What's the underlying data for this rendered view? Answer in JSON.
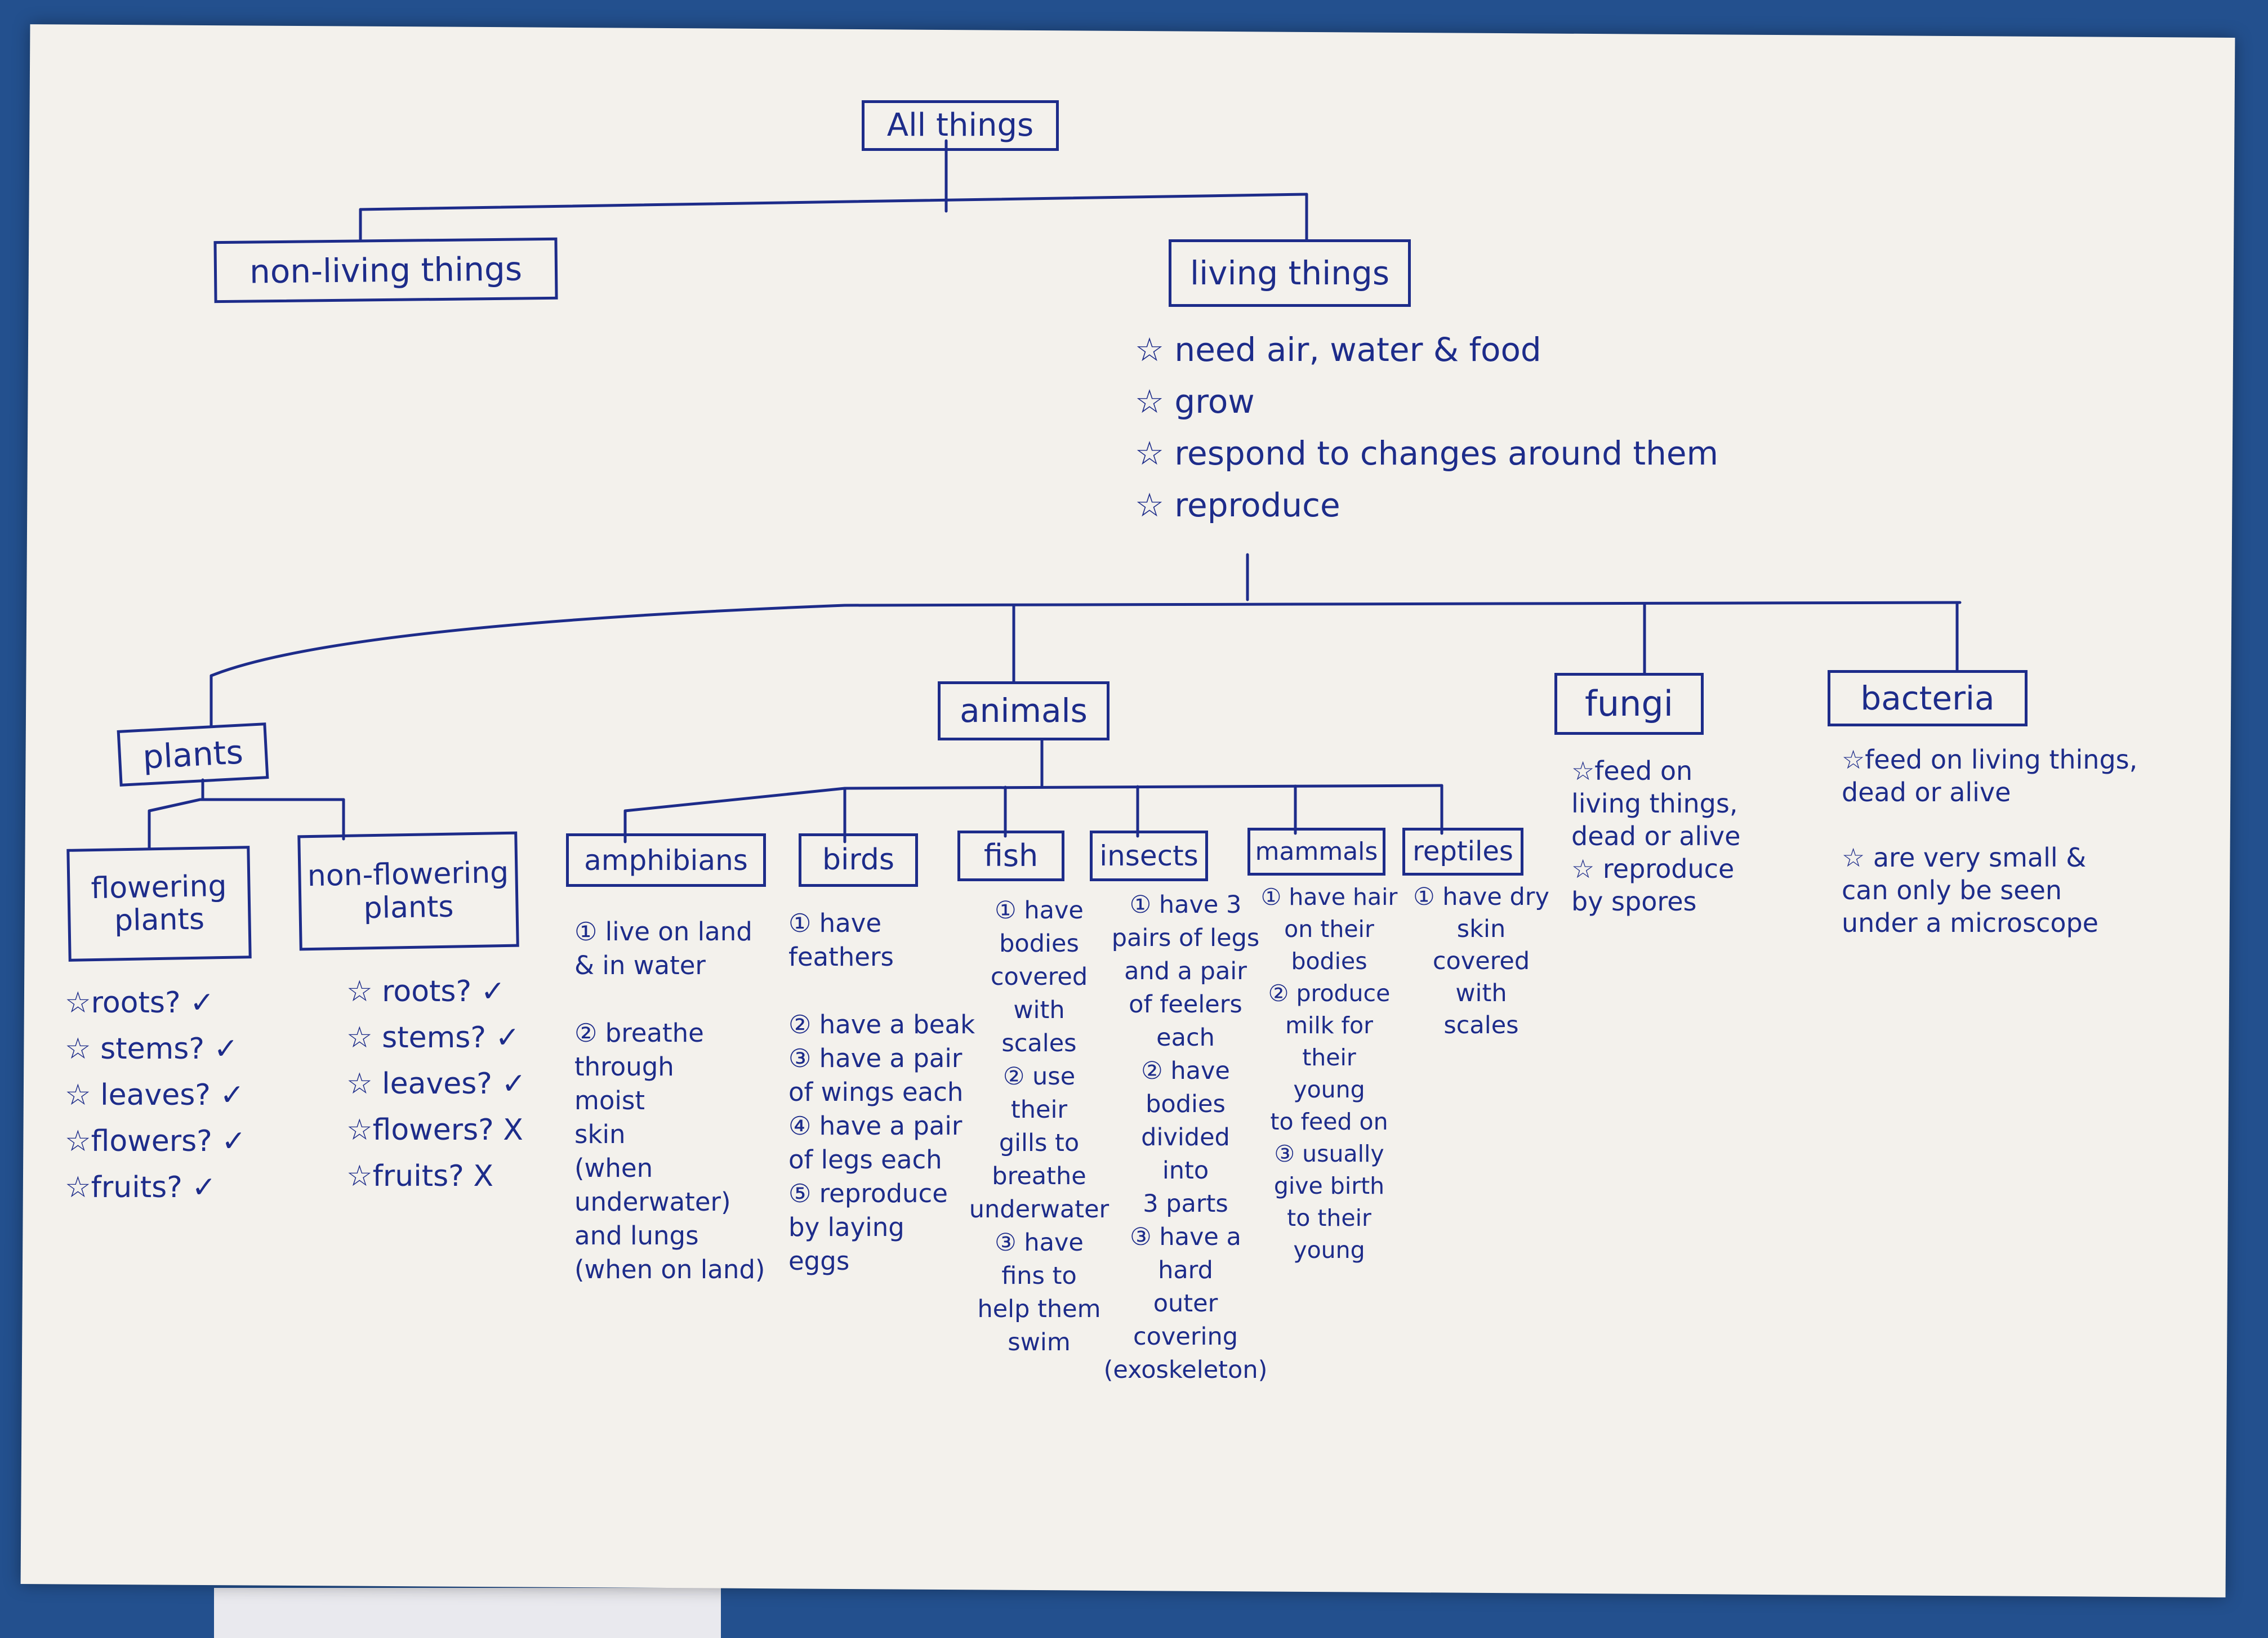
{
  "colors": {
    "ink": "#1d2c8a",
    "paper": "#f3f1ec",
    "desk": "#23508e"
  },
  "root": "All things",
  "nonliving": "non-living things",
  "living": {
    "title": "living things",
    "traits": [
      "☆ need air, water &    food",
      "☆ grow",
      "☆ respond to changes around  them",
      "☆ reproduce"
    ]
  },
  "plants": {
    "title": "plants",
    "flowering": {
      "title": "flowering\nplants",
      "traits": [
        "☆roots? ✓",
        "☆ stems? ✓",
        "☆ leaves? ✓",
        "☆flowers? ✓",
        "☆fruits? ✓"
      ]
    },
    "nonflowering": {
      "title": "non-flowering\nplants",
      "traits": [
        "☆ roots? ✓",
        "☆ stems? ✓",
        "☆ leaves? ✓",
        "☆flowers? X",
        "☆fruits? X"
      ]
    }
  },
  "animals": {
    "title": "animals",
    "amphibians": {
      "title": "amphibians",
      "notes": "① live on land\n & in water\n\n② breathe\n through\n moist\n skin\n(when underwater)\n and lungs\n(when on land)"
    },
    "birds": {
      "title": "birds",
      "notes": "① have\n feathers\n\n② have a beak\n③ have a pair\n of wings each\n④ have a pair\n of legs each\n⑤ reproduce\n by laying\n eggs"
    },
    "fish": {
      "title": "fish",
      "notes": "① have\nbodies\ncovered\nwith\nscales\n② use\ntheir\ngills to\nbreathe\nunderwater\n③ have\nfins to\nhelp them\nswim"
    },
    "insects": {
      "title": "insects",
      "notes": "① have 3\npairs of legs\nand a pair\nof feelers\neach\n② have\nbodies\ndivided\ninto\n3 parts\n③ have a\nhard\nouter\ncovering\n(exoskeleton)"
    },
    "mammals": {
      "title": "mammals",
      "notes": "① have hair\non their\nbodies\n② produce\nmilk for\ntheir\nyoung\nto feed on\n③ usually\ngive birth\nto their\nyoung"
    },
    "reptiles": {
      "title": "reptiles",
      "notes": "① have dry\nskin\ncovered\nwith\nscales"
    }
  },
  "fungi": {
    "title": "fungi",
    "notes": "☆feed on\nliving things,\ndead or alive\n☆ reproduce\nby spores"
  },
  "bacteria": {
    "title": "bacteria",
    "notes": "☆feed on living things,\ndead or alive\n\n☆ are very small &\ncan only be seen\nunder a microscope"
  }
}
